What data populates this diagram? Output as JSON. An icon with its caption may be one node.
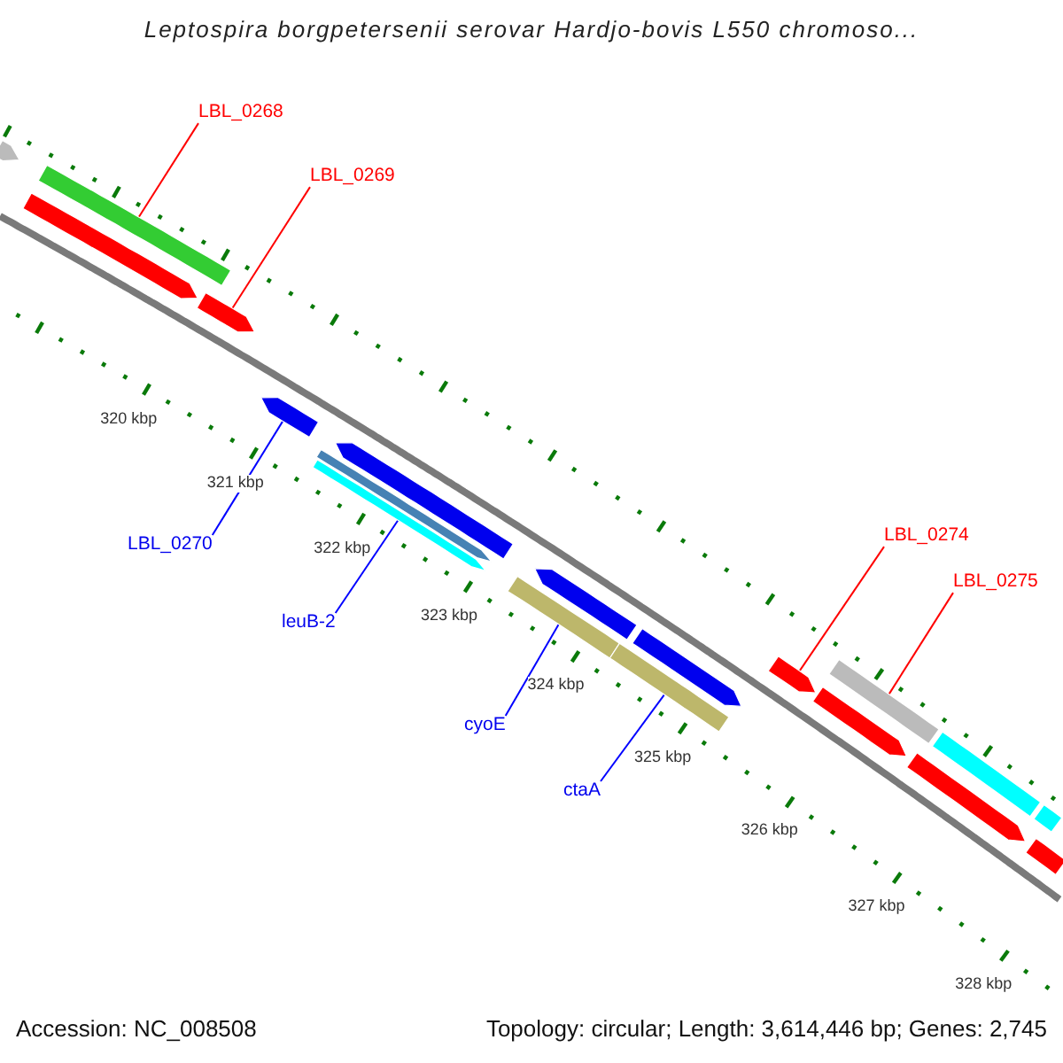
{
  "diagram": {
    "title": "Leptospira borgpetersenii serovar Hardjo-bovis L550 chromoso...",
    "nodes": [
      {
        "text": [
          "LBL_0268"
        ]
      },
      {
        "text": [],
        "shape": "bar"
      },
      {
        "text": [
          "LBL_0269"
        ]
      },
      {
        "text": [],
        "shape": "bar"
      },
      {
        "text": [
          "LBL_0270"
        ]
      },
      {
        "text": [],
        "shape": "bar"
      },
      {
        "text": [
          "leuB-2"
        ]
      },
      {
        "text": [],
        "shape": "bar"
      },
      {
        "text": [
          "cyoE"
        ]
      },
      {
        "text": [],
        "shape": "bar"
      },
      {
        "text": [
          "ctaA"
        ]
      },
      {
        "text": [],
        "shape": "bar"
      },
      {
        "text": [
          "LBL_0274"
        ]
      },
      {
        "text": [],
        "shape": "bar"
      },
      {
        "text": [
          "LBL_0275"
        ]
      },
      {
        "text": [],
        "shape": "bar"
      },
      {
        "text": [],
        "shape": "bar"
      }
    ],
    "edges": [
      {
        "from": 0,
        "to": 1,
        "arrow": "none",
        "color": "#ff0000"
      },
      {
        "from": 2,
        "to": 3,
        "arrow": "none",
        "color": "#ff0000"
      },
      {
        "from": 4,
        "to": 5,
        "arrow": "none",
        "color": "#0000ff"
      },
      {
        "from": 6,
        "to": 7,
        "arrow": "none",
        "color": "#0000ff"
      },
      {
        "from": 8,
        "to": 9,
        "arrow": "none",
        "color": "#0000ff"
      },
      {
        "from": 10,
        "to": 11,
        "arrow": "none",
        "color": "#0000ff"
      },
      {
        "from": 12,
        "to": 13,
        "arrow": "none",
        "color": "#ff0000"
      },
      {
        "from": 14,
        "to": 15,
        "arrow": "none",
        "color": "#ff0000"
      }
    ],
    "labels": [
      "320 kbp",
      "321 kbp",
      "322 kbp",
      "323 kbp",
      "324 kbp",
      "325 kbp",
      "326 kbp",
      "327 kbp",
      "328 kbp",
      "Accession: NC_008508",
      "Topology: circular; Length: 3,614,446 bp; Genes: 2,745"
    ]
  }
}
